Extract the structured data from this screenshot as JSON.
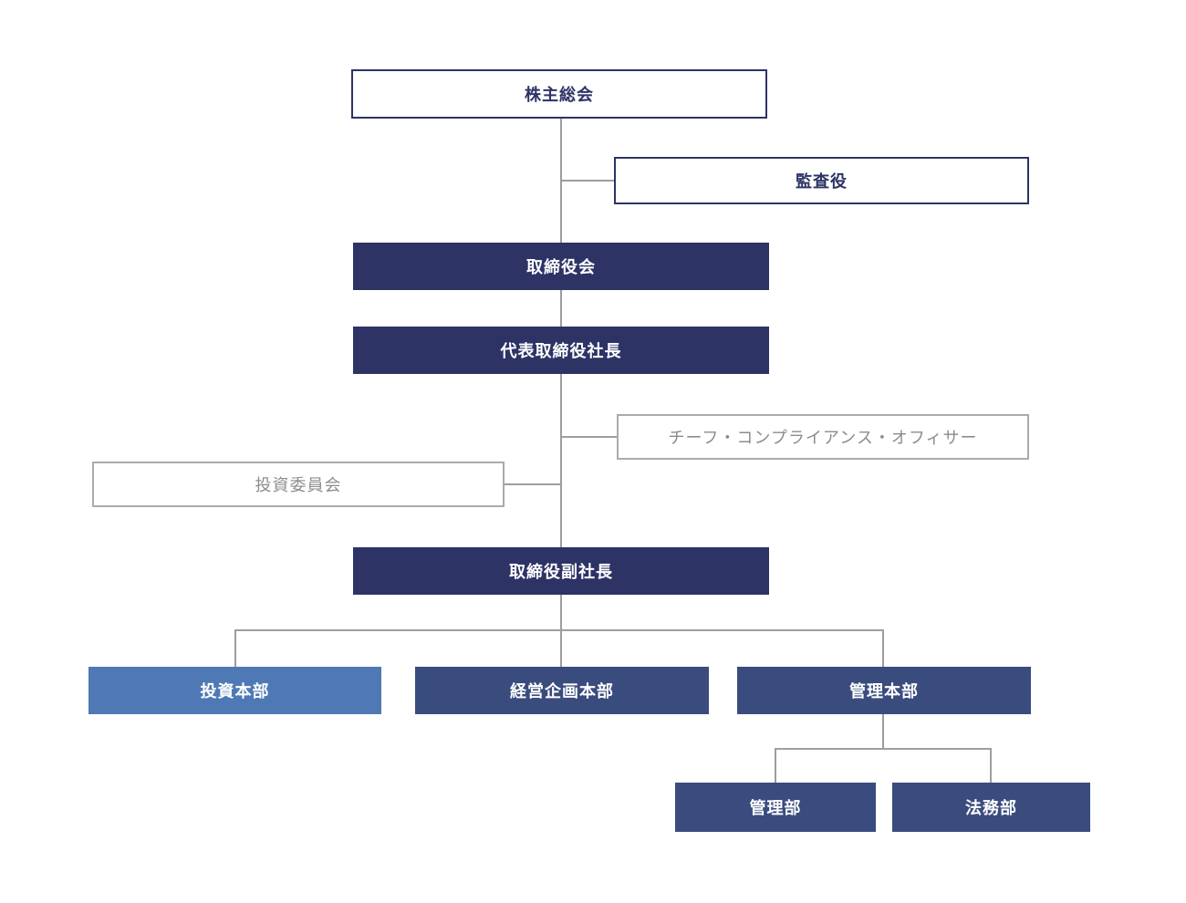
{
  "diagram": {
    "type": "organization-chart",
    "language": "ja",
    "background": "#ffffff",
    "colors": {
      "executive_navy": "#2d3365",
      "division_navy": "#3a4c7e",
      "highlight_blue": "#4e79b5",
      "gray_border": "#ababab",
      "gray_text": "#8c8c8c",
      "connector": "#9e9e9e",
      "white": "#ffffff"
    },
    "nodes": [
      {
        "id": "shareholders-meeting",
        "label": "株主総会",
        "style": "outline-navy"
      },
      {
        "id": "auditor",
        "label": "監査役",
        "style": "outline-navy"
      },
      {
        "id": "board-of-directors",
        "label": "取締役会",
        "style": "filled-navy"
      },
      {
        "id": "president",
        "label": "代表取締役社長",
        "style": "filled-navy"
      },
      {
        "id": "chief-compliance-officer",
        "label": "チーフ・コンプライアンス・オフィサー",
        "style": "outline-gray"
      },
      {
        "id": "investment-committee",
        "label": "投資委員会",
        "style": "outline-gray"
      },
      {
        "id": "executive-vice-president",
        "label": "取締役副社長",
        "style": "filled-navy"
      },
      {
        "id": "investment-division",
        "label": "投資本部",
        "style": "filled-blue"
      },
      {
        "id": "corporate-planning-division",
        "label": "経営企画本部",
        "style": "filled-division"
      },
      {
        "id": "administration-division",
        "label": "管理本部",
        "style": "filled-division"
      },
      {
        "id": "administration-department",
        "label": "管理部",
        "style": "filled-division"
      },
      {
        "id": "legal-department",
        "label": "法務部",
        "style": "filled-division"
      }
    ],
    "edges": [
      {
        "from": "shareholders-meeting",
        "to": "board-of-directors"
      },
      {
        "from": "shareholders-meeting",
        "to": "auditor"
      },
      {
        "from": "board-of-directors",
        "to": "president"
      },
      {
        "from": "president",
        "to": "chief-compliance-officer"
      },
      {
        "from": "president",
        "to": "investment-committee"
      },
      {
        "from": "president",
        "to": "executive-vice-president"
      },
      {
        "from": "executive-vice-president",
        "to": "investment-division"
      },
      {
        "from": "executive-vice-president",
        "to": "corporate-planning-division"
      },
      {
        "from": "executive-vice-president",
        "to": "administration-division"
      },
      {
        "from": "administration-division",
        "to": "administration-department"
      },
      {
        "from": "administration-division",
        "to": "legal-department"
      }
    ]
  }
}
